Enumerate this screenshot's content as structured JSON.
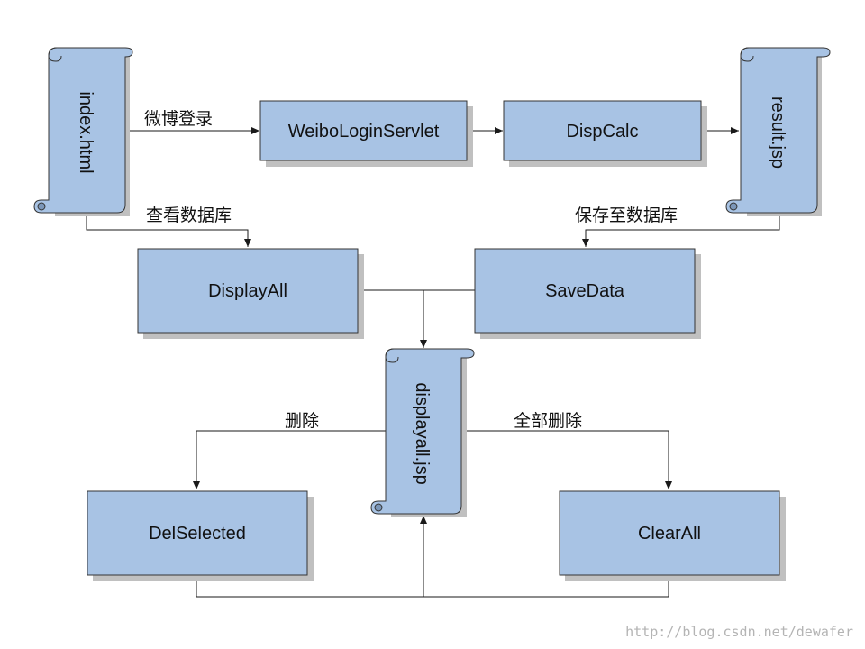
{
  "nodes": {
    "index": {
      "label": "index.html",
      "kind": "document"
    },
    "weibo_login": {
      "label": "WeiboLoginServlet",
      "kind": "process"
    },
    "disp_calc": {
      "label": "DispCalc",
      "kind": "process"
    },
    "result": {
      "label": "result.jsp",
      "kind": "document"
    },
    "display_all": {
      "label": "DisplayAll",
      "kind": "process"
    },
    "save_data": {
      "label": "SaveData",
      "kind": "process"
    },
    "displayall_jsp": {
      "label": "displayall.jsp",
      "kind": "document"
    },
    "del_selected": {
      "label": "DelSelected",
      "kind": "process"
    },
    "clear_all": {
      "label": "ClearAll",
      "kind": "process"
    }
  },
  "edges": {
    "index_to_login": {
      "label": "微博登录"
    },
    "index_to_displayall": {
      "label": "查看数据库"
    },
    "result_to_savedata": {
      "label": "保存至数据库"
    },
    "jsp_to_delselected": {
      "label": "删除"
    },
    "jsp_to_clearall": {
      "label": "全部删除"
    }
  },
  "colors": {
    "node_fill": "#a8c3e4",
    "node_stroke": "#333333",
    "shadow": "#c0c0c0",
    "connector": "#1a1a1a"
  },
  "watermark": "http://blog.csdn.net/dewafer"
}
